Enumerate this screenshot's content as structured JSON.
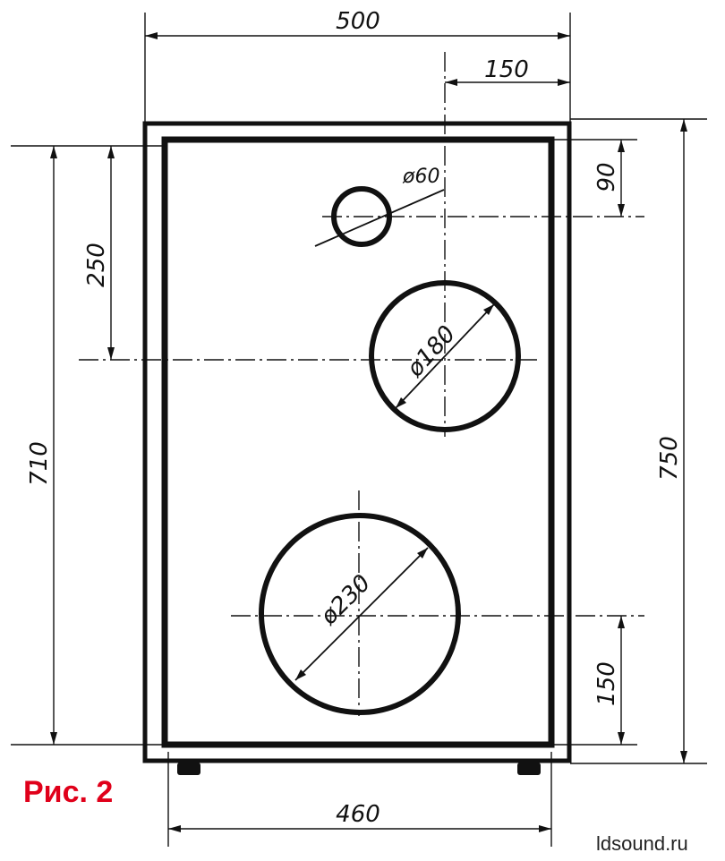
{
  "dimensions": {
    "overall_width": "500",
    "offset_right": "150",
    "top_offset": "90",
    "left_offset": "250",
    "inner_height": "710",
    "overall_height": "750",
    "bottom_offset": "150",
    "inner_width": "460"
  },
  "holes": {
    "small": "ø60",
    "medium": "ø180",
    "large": "ø230"
  },
  "figure_label": "Рис. 2",
  "watermark": "ldsound.ru",
  "colors": {
    "line": "#111111",
    "label": "#e0001a"
  }
}
